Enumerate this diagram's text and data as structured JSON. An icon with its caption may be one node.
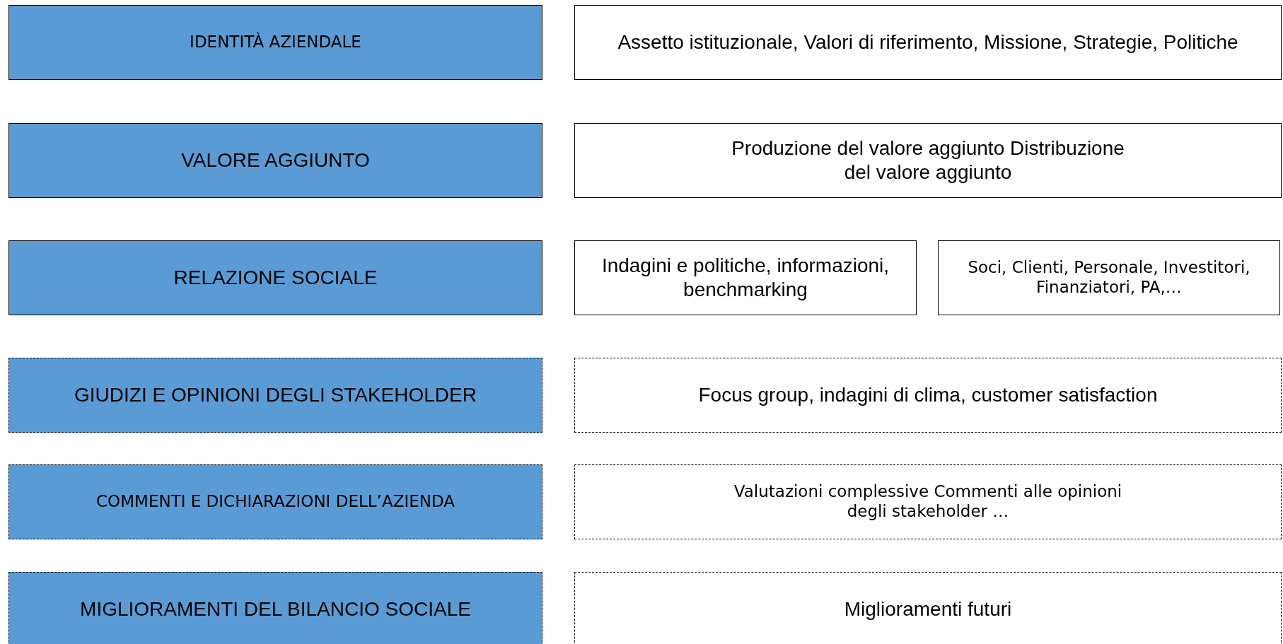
{
  "diagram": {
    "nodes": [
      {
        "text": [
          "IDENTITÀ AZIENDALE"
        ]
      },
      {
        "text": [
          "Assetto istituzionale, Valori di riferimento, Missione, Strategie, Politiche"
        ]
      },
      {
        "text": [
          "VALORE AGGIUNTO"
        ]
      },
      {
        "text": [
          "Produzione del valore aggiunto Distribuzione del valore aggiunto"
        ]
      },
      {
        "text": [
          "RELAZIONE SOCIALE"
        ]
      },
      {
        "text": [
          "Indagini e politiche, informazioni, benchmarking"
        ]
      },
      {
        "text": [
          "Soci, Clienti, Personale, Investitori, Finanziatori, PA,…"
        ]
      },
      {
        "text": [
          "GIUDIZI E OPINIONI DEGLI STAKEHOLDER"
        ]
      },
      {
        "text": [
          "Focus group, indagini di clima, customer satisfaction"
        ]
      },
      {
        "text": [
          "COMMENTI E DICHIARAZIONI DELL’AZIENDA"
        ]
      },
      {
        "text": [
          "Valutazioni complessive Commenti alle opinioni degli stakeholder …"
        ]
      },
      {
        "text": [
          "MIGLIORAMENTI DEL BILANCIO SOCIALE"
        ]
      },
      {
        "text": [
          "Miglioramenti futuri"
        ]
      }
    ],
    "edges": []
  }
}
